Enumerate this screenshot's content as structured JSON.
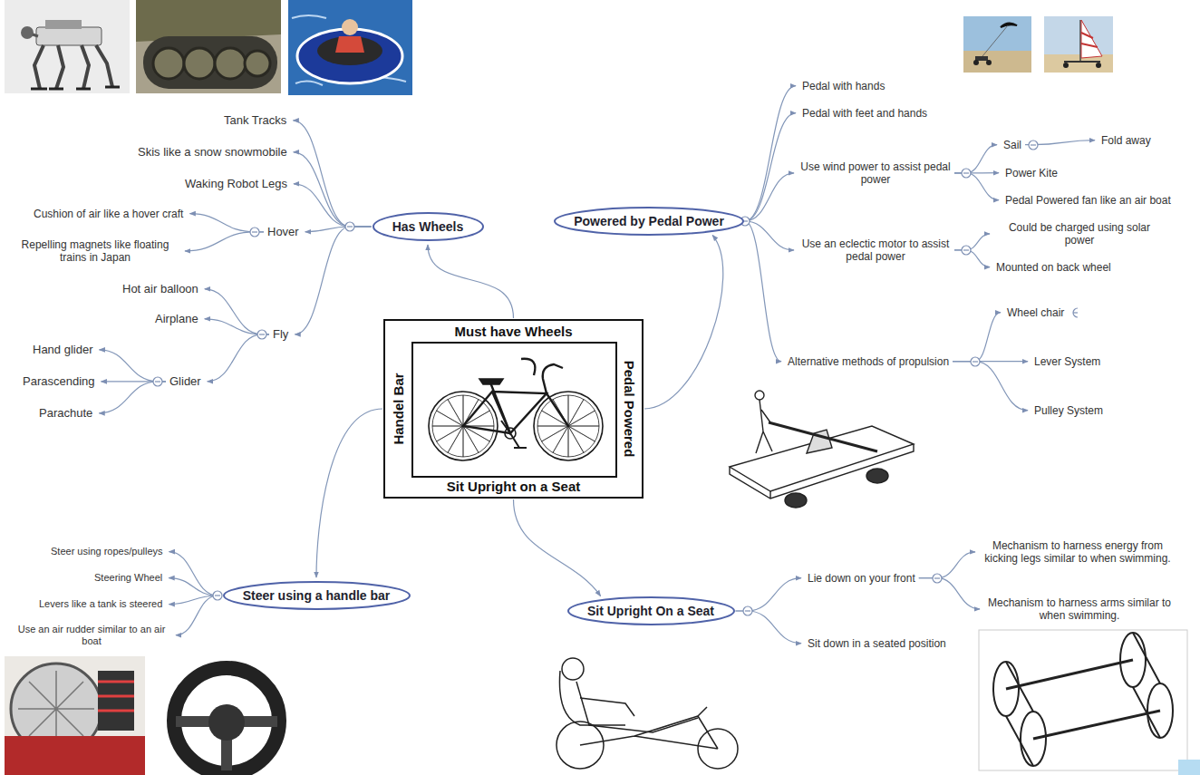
{
  "diagram": {
    "nodes": [
      {
        "text": [
          "Must have Wheels",
          "Handel Bar",
          "Pedal Powered",
          "Sit Upright on a Seat"
        ]
      },
      {
        "text": [
          "Has Wheels"
        ]
      },
      {
        "text": [
          "Powered by Pedal Power"
        ]
      },
      {
        "text": [
          "Steer using a handle bar"
        ]
      },
      {
        "text": [
          "Sit Upright On a Seat"
        ]
      },
      {
        "text": [
          "Tank Tracks"
        ]
      },
      {
        "text": [
          "Skis like a snow snowmobile"
        ]
      },
      {
        "text": [
          "Waking Robot Legs"
        ]
      },
      {
        "text": [
          "Hover"
        ]
      },
      {
        "text": [
          "Fly"
        ]
      },
      {
        "text": [
          "Cushion of air like a hover craft"
        ]
      },
      {
        "text": [
          "Repelling magnets like floating trains in Japan"
        ]
      },
      {
        "text": [
          "Hot air balloon"
        ]
      },
      {
        "text": [
          "Airplane"
        ]
      },
      {
        "text": [
          "Glider"
        ]
      },
      {
        "text": [
          "Hand glider"
        ]
      },
      {
        "text": [
          "Parascending"
        ]
      },
      {
        "text": [
          "Parachute"
        ]
      },
      {
        "text": [
          "Pedal with hands"
        ]
      },
      {
        "text": [
          "Pedal with feet and hands"
        ]
      },
      {
        "text": [
          "Use wind power to assist pedal power"
        ]
      },
      {
        "text": [
          "Use an eclectic motor to assist pedal power"
        ]
      },
      {
        "text": [
          "Alternative methods of propulsion"
        ]
      },
      {
        "text": [
          "Sail"
        ]
      },
      {
        "text": [
          "Power Kite"
        ]
      },
      {
        "text": [
          "Pedal Powered fan like an air boat"
        ]
      },
      {
        "text": [
          "Fold away"
        ]
      },
      {
        "text": [
          "Could be charged using solar power"
        ]
      },
      {
        "text": [
          "Mounted on back wheel"
        ]
      },
      {
        "text": [
          "Wheel chair"
        ]
      },
      {
        "text": [
          "Lever System"
        ]
      },
      {
        "text": [
          "Pulley System"
        ]
      },
      {
        "text": [
          "Steer using ropes/pulleys"
        ]
      },
      {
        "text": [
          "Steering Wheel"
        ]
      },
      {
        "text": [
          "Levers like a tank is steered"
        ]
      },
      {
        "text": [
          "Use an air rudder similar to an air boat"
        ]
      },
      {
        "text": [
          "Lie down on your front"
        ]
      },
      {
        "text": [
          "Sit down in a seated position"
        ]
      },
      {
        "text": [
          "Mechanism to harness energy from kicking legs similar to when swimming."
        ]
      },
      {
        "text": [
          "Mechanism to harness arms similar to when swimming."
        ]
      }
    ],
    "edges": [
      {
        "from": 0,
        "to": 1,
        "arrow": "to"
      },
      {
        "from": 0,
        "to": 2,
        "arrow": "to"
      },
      {
        "from": 0,
        "to": 3,
        "arrow": "to"
      },
      {
        "from": 0,
        "to": 4,
        "arrow": "to"
      },
      {
        "from": 1,
        "to": 5,
        "arrow": "to"
      },
      {
        "from": 1,
        "to": 6,
        "arrow": "to"
      },
      {
        "from": 1,
        "to": 7,
        "arrow": "to"
      },
      {
        "from": 1,
        "to": 8,
        "arrow": "to"
      },
      {
        "from": 1,
        "to": 9,
        "arrow": "to"
      },
      {
        "from": 8,
        "to": 10,
        "arrow": "to"
      },
      {
        "from": 8,
        "to": 11,
        "arrow": "to"
      },
      {
        "from": 9,
        "to": 12,
        "arrow": "to"
      },
      {
        "from": 9,
        "to": 13,
        "arrow": "to"
      },
      {
        "from": 9,
        "to": 14,
        "arrow": "to"
      },
      {
        "from": 14,
        "to": 15,
        "arrow": "to"
      },
      {
        "from": 14,
        "to": 16,
        "arrow": "to"
      },
      {
        "from": 14,
        "to": 17,
        "arrow": "to"
      },
      {
        "from": 2,
        "to": 18,
        "arrow": "to"
      },
      {
        "from": 2,
        "to": 19,
        "arrow": "to"
      },
      {
        "from": 2,
        "to": 20,
        "arrow": "to"
      },
      {
        "from": 2,
        "to": 21,
        "arrow": "to"
      },
      {
        "from": 2,
        "to": 22,
        "arrow": "to"
      },
      {
        "from": 20,
        "to": 23,
        "arrow": "to"
      },
      {
        "from": 20,
        "to": 24,
        "arrow": "to"
      },
      {
        "from": 20,
        "to": 25,
        "arrow": "to"
      },
      {
        "from": 23,
        "to": 26,
        "arrow": "to"
      },
      {
        "from": 21,
        "to": 27,
        "arrow": "to"
      },
      {
        "from": 21,
        "to": 28,
        "arrow": "to"
      },
      {
        "from": 22,
        "to": 29,
        "arrow": "to"
      },
      {
        "from": 22,
        "to": 30,
        "arrow": "to"
      },
      {
        "from": 22,
        "to": 31,
        "arrow": "to"
      },
      {
        "from": 3,
        "to": 32,
        "arrow": "to"
      },
      {
        "from": 3,
        "to": 33,
        "arrow": "to"
      },
      {
        "from": 3,
        "to": 34,
        "arrow": "to"
      },
      {
        "from": 3,
        "to": 35,
        "arrow": "to"
      },
      {
        "from": 4,
        "to": 36,
        "arrow": "to"
      },
      {
        "from": 4,
        "to": 37,
        "arrow": "to"
      },
      {
        "from": 36,
        "to": 38,
        "arrow": "to"
      },
      {
        "from": 36,
        "to": 39,
        "arrow": "to"
      }
    ]
  }
}
